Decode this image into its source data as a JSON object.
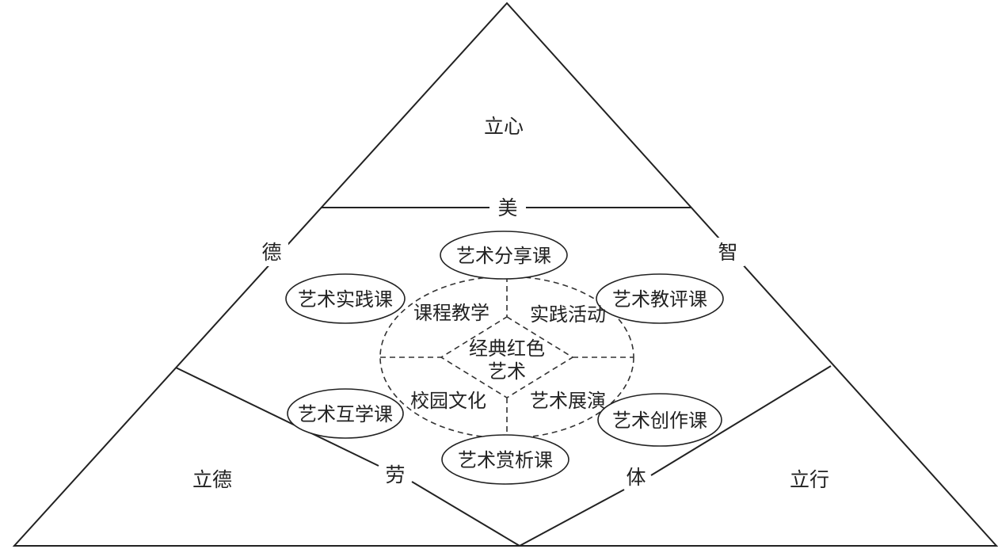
{
  "regions": {
    "top": "立心",
    "left": "立德",
    "right": "立行"
  },
  "edge_labels": {
    "mei": "美",
    "de": "德",
    "zhi": "智",
    "lao": "劳",
    "ti": "体"
  },
  "center": {
    "line1": "经典红色",
    "line2": "艺术"
  },
  "quadrants": {
    "top_left": "课程教学",
    "top_right": "实践活动",
    "bottom_left": "校园文化",
    "bottom_right": "艺术展演"
  },
  "courses": {
    "share": "艺术分享课",
    "practice": "艺术实践课",
    "evaluate": "艺术教评课",
    "mutual": "艺术互学课",
    "create": "艺术创作课",
    "appreciate": "艺术赏析课"
  }
}
